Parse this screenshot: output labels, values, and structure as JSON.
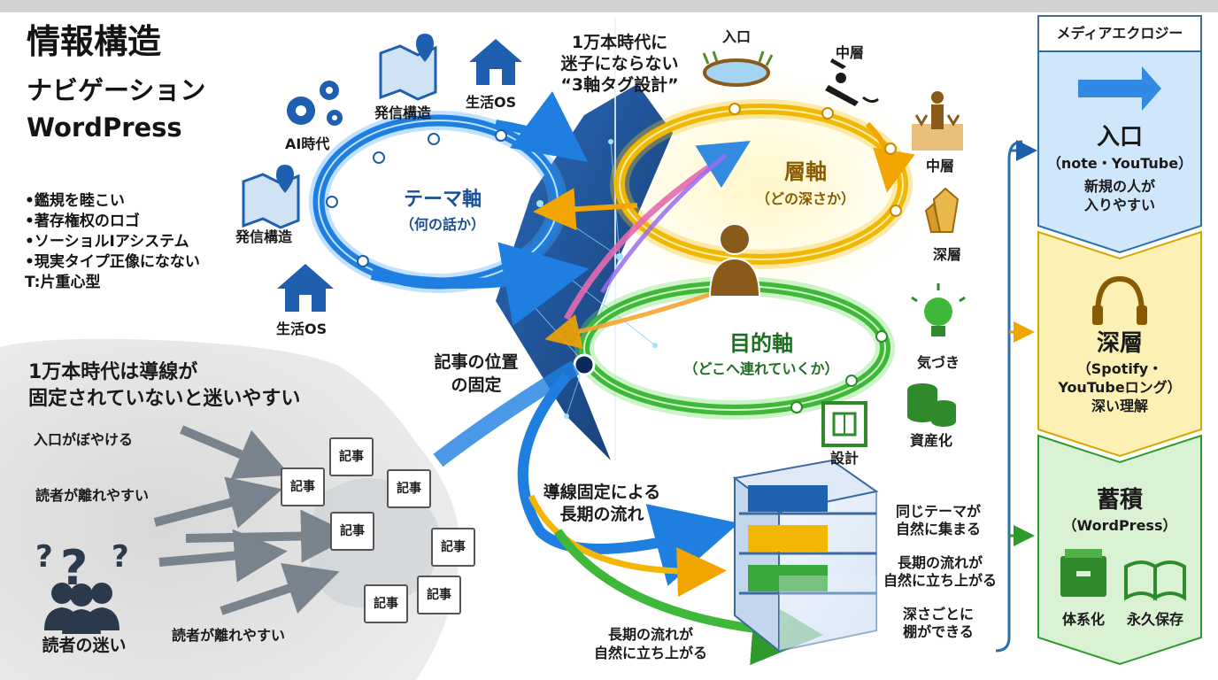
{
  "title": {
    "line1": "情報構造",
    "line2": "ナビゲーション",
    "line3": "WordPress"
  },
  "bullets": [
    "•鑑規を睦こい",
    "•著存権权のロゴ",
    "•ソーショルIアシステム",
    "•現実タイプ正像になない",
    "T:片重心型"
  ],
  "top_callout": {
    "line1": "1万本時代に",
    "line2": "迷子にならない",
    "line3": "“3軸タグ設計”"
  },
  "theme_axis": {
    "name": "テーマ軸",
    "desc": "（何の話か）",
    "nodes": [
      "AI時代",
      "発信構造",
      "生活OS",
      "発信構造",
      "生活OS"
    ]
  },
  "layer_axis": {
    "name": "層軸",
    "desc": "（どの深さか）",
    "nodes": [
      "入口",
      "中層",
      "中層",
      "深層"
    ]
  },
  "purpose_axis": {
    "name": "目的軸",
    "desc": "（どこへ連れていくか）",
    "nodes": [
      "気づき",
      "資産化",
      "設計"
    ]
  },
  "center": {
    "line1": "記事の位置",
    "line2": "の固定"
  },
  "confusion": {
    "heading1": "1万本時代は導線が",
    "heading2": "固定されていないと迷いやすい",
    "labels": [
      "入口がぼやける",
      "読者が離れやすい",
      "読者が離れやすい"
    ],
    "reader": "読者の迷い",
    "article": "記事"
  },
  "flow": {
    "line1": "導線固定による",
    "line2": "長期の流れ",
    "bottom1": "長期の流れが",
    "bottom2": "自然に立ち上がる"
  },
  "shelf_notes": [
    {
      "l1": "同じテーマが",
      "l2": "自然に集まる"
    },
    {
      "l1": "長期の流れが",
      "l2": "自然に立ち上がる"
    },
    {
      "l1": "深さごとに",
      "l2": "棚ができる"
    }
  ],
  "media_ecology": {
    "header": "メディアエクロジー",
    "entrance": {
      "title": "入口",
      "sub": "（note・YouTube）",
      "d1": "新規の人が",
      "d2": "入りやすい"
    },
    "deep": {
      "title": "深層",
      "sub1": "（Spotify・",
      "sub2": "YouTubeロング）",
      "d1": "深い理解"
    },
    "store": {
      "title": "蓄積",
      "sub": "（WordPress）",
      "i1": "体系化",
      "i2": "永久保存"
    }
  },
  "colors": {
    "theme_blue": "#1e7fe0",
    "layer_gold": "#f2b705",
    "purpose_green": "#3fb83a",
    "panel_blue": "#cfe6fb",
    "panel_yellow": "#fdf0b5",
    "panel_green": "#d9f2d4"
  }
}
